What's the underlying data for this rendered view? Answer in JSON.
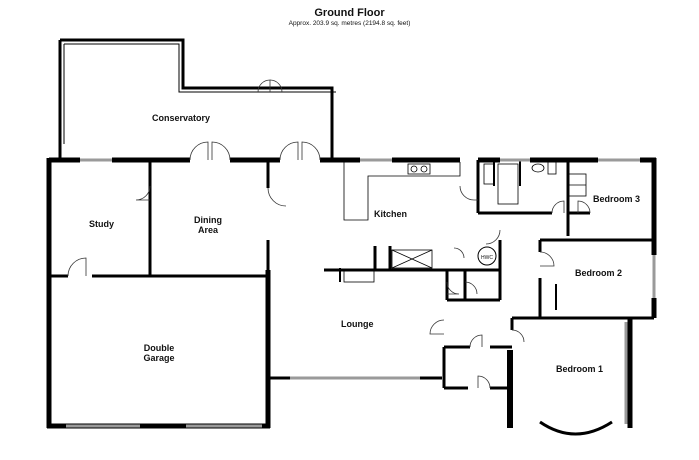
{
  "header": {
    "title": "Ground Floor",
    "subtitle": "Approx. 203.9 sq. metres (2194.8 sq. feet)"
  },
  "rooms": {
    "conservatory": "Conservatory",
    "kitchen": "Kitchen",
    "study": "Study",
    "dining_line1": "Dining",
    "dining_line2": "Area",
    "bedroom3": "Bedroom 3",
    "bedroom2": "Bedroom 2",
    "bedroom1": "Bedroom 1",
    "lounge": "Lounge",
    "garage_line1": "Double",
    "garage_line2": "Garage",
    "hwc": "HWC"
  },
  "colors": {
    "wall": "#000000",
    "window": "#9a9a9a",
    "background": "#ffffff"
  }
}
